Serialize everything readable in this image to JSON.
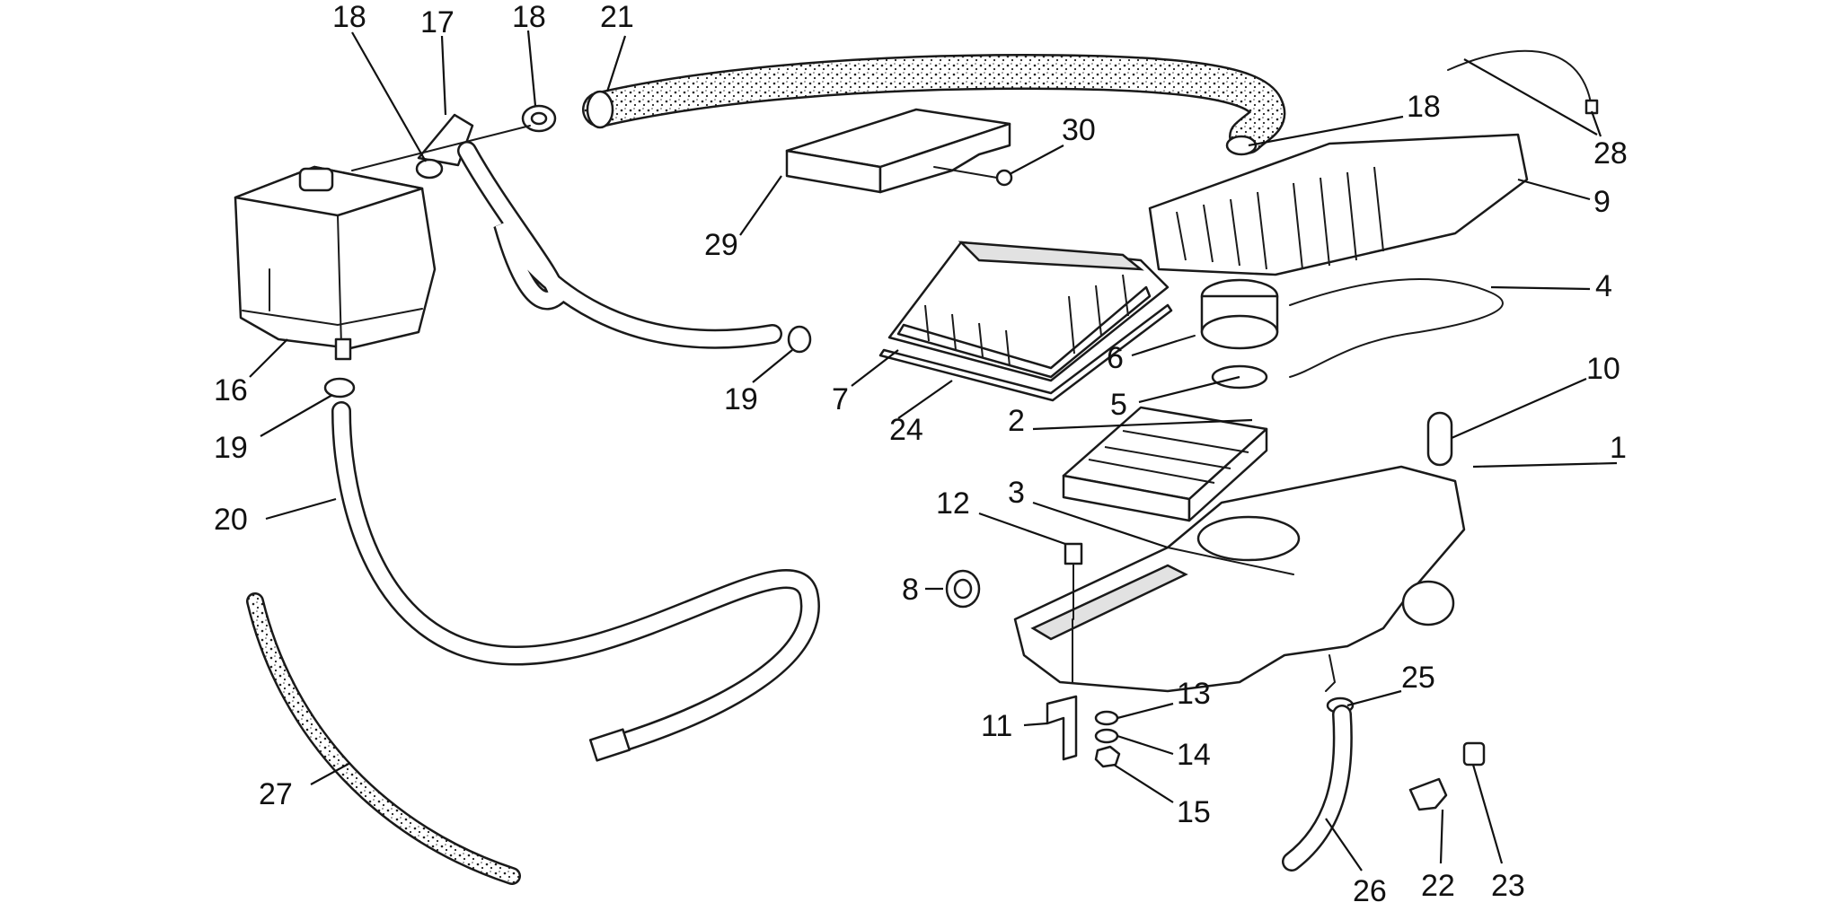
{
  "colors": {
    "line": "#1a1a1a",
    "background": "#ffffff"
  },
  "callouts": [
    {
      "id": "c1",
      "label": "1"
    },
    {
      "id": "c2",
      "label": "2"
    },
    {
      "id": "c3",
      "label": "3"
    },
    {
      "id": "c4",
      "label": "4"
    },
    {
      "id": "c5",
      "label": "5"
    },
    {
      "id": "c6",
      "label": "6"
    },
    {
      "id": "c7",
      "label": "7"
    },
    {
      "id": "c8",
      "label": "8"
    },
    {
      "id": "c9",
      "label": "9"
    },
    {
      "id": "c10",
      "label": "10"
    },
    {
      "id": "c11",
      "label": "11"
    },
    {
      "id": "c12",
      "label": "12"
    },
    {
      "id": "c13",
      "label": "13"
    },
    {
      "id": "c14",
      "label": "14"
    },
    {
      "id": "c15",
      "label": "15"
    },
    {
      "id": "c16",
      "label": "16"
    },
    {
      "id": "c17",
      "label": "17"
    },
    {
      "id": "c18a",
      "label": "18"
    },
    {
      "id": "c18b",
      "label": "18"
    },
    {
      "id": "c18c",
      "label": "18"
    },
    {
      "id": "c19a",
      "label": "19"
    },
    {
      "id": "c19b",
      "label": "19"
    },
    {
      "id": "c20",
      "label": "20"
    },
    {
      "id": "c21",
      "label": "21"
    },
    {
      "id": "c22",
      "label": "22"
    },
    {
      "id": "c23",
      "label": "23"
    },
    {
      "id": "c24",
      "label": "24"
    },
    {
      "id": "c25",
      "label": "25"
    },
    {
      "id": "c26",
      "label": "26"
    },
    {
      "id": "c27",
      "label": "27"
    },
    {
      "id": "c28",
      "label": "28"
    },
    {
      "id": "c29",
      "label": "29"
    },
    {
      "id": "c30",
      "label": "30"
    }
  ]
}
